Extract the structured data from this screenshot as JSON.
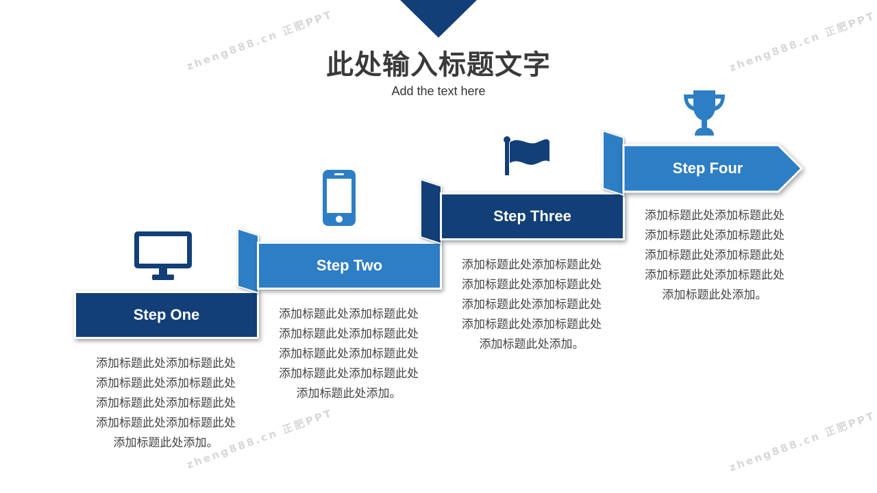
{
  "slide": {
    "title": "此处输入标题文字",
    "subtitle": "Add the text here"
  },
  "colors": {
    "dark_blue": "#123f78",
    "light_blue": "#2e7ec5",
    "text": "#444444",
    "title": "#3a3a3a"
  },
  "watermark": "zheng888.cn 正肥PPT",
  "steps": [
    {
      "label": "Step One",
      "icon": "monitor-icon",
      "description": [
        "添加标题此处添加标题此处",
        "添加标题此处添加标题此处",
        "添加标题此处添加标题此处",
        "添加标题此处添加标题此处",
        "添加标题此处添加。"
      ]
    },
    {
      "label": "Step Two",
      "icon": "smartphone-icon",
      "description": [
        "添加标题此处添加标题此处",
        "添加标题此处添加标题此处",
        "添加标题此处添加标题此处",
        "添加标题此处添加标题此处",
        "添加标题此处添加。"
      ]
    },
    {
      "label": "Step Three",
      "icon": "flag-icon",
      "description": [
        "添加标题此处添加标题此处",
        "添加标题此处添加标题此处",
        "添加标题此处添加标题此处",
        "添加标题此处添加标题此处",
        "添加标题此处添加。"
      ]
    },
    {
      "label": "Step Four",
      "icon": "trophy-icon",
      "description": [
        "添加标题此处添加标题此处",
        "添加标题此处添加标题此处",
        "添加标题此处添加标题此处",
        "添加标题此处添加标题此处",
        "添加标题此处添加。"
      ]
    }
  ]
}
